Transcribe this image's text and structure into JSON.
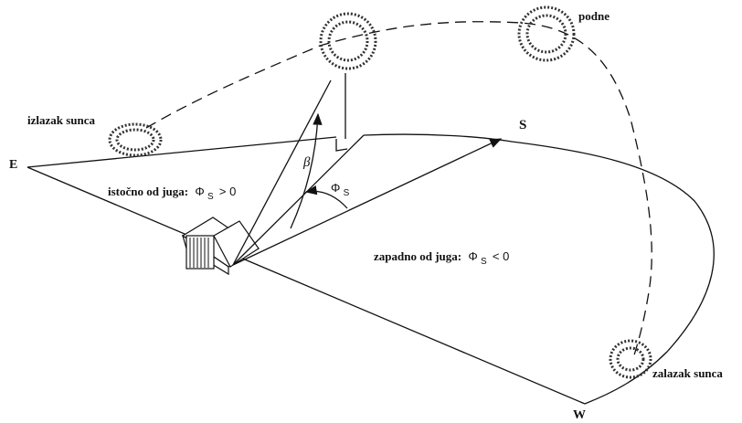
{
  "labels": {
    "sunrise": "izlazak sunca",
    "noon": "podne",
    "sunset": "zalazak sunca",
    "east": "E",
    "south": "S",
    "west": "W",
    "east_of_south": "istočno od juga:",
    "west_of_south": "zapadno od juga:",
    "beta": "β",
    "phi": "Φ",
    "phi_sub": "S",
    "cond_positive": "> 0",
    "cond_negative": "< 0"
  }
}
